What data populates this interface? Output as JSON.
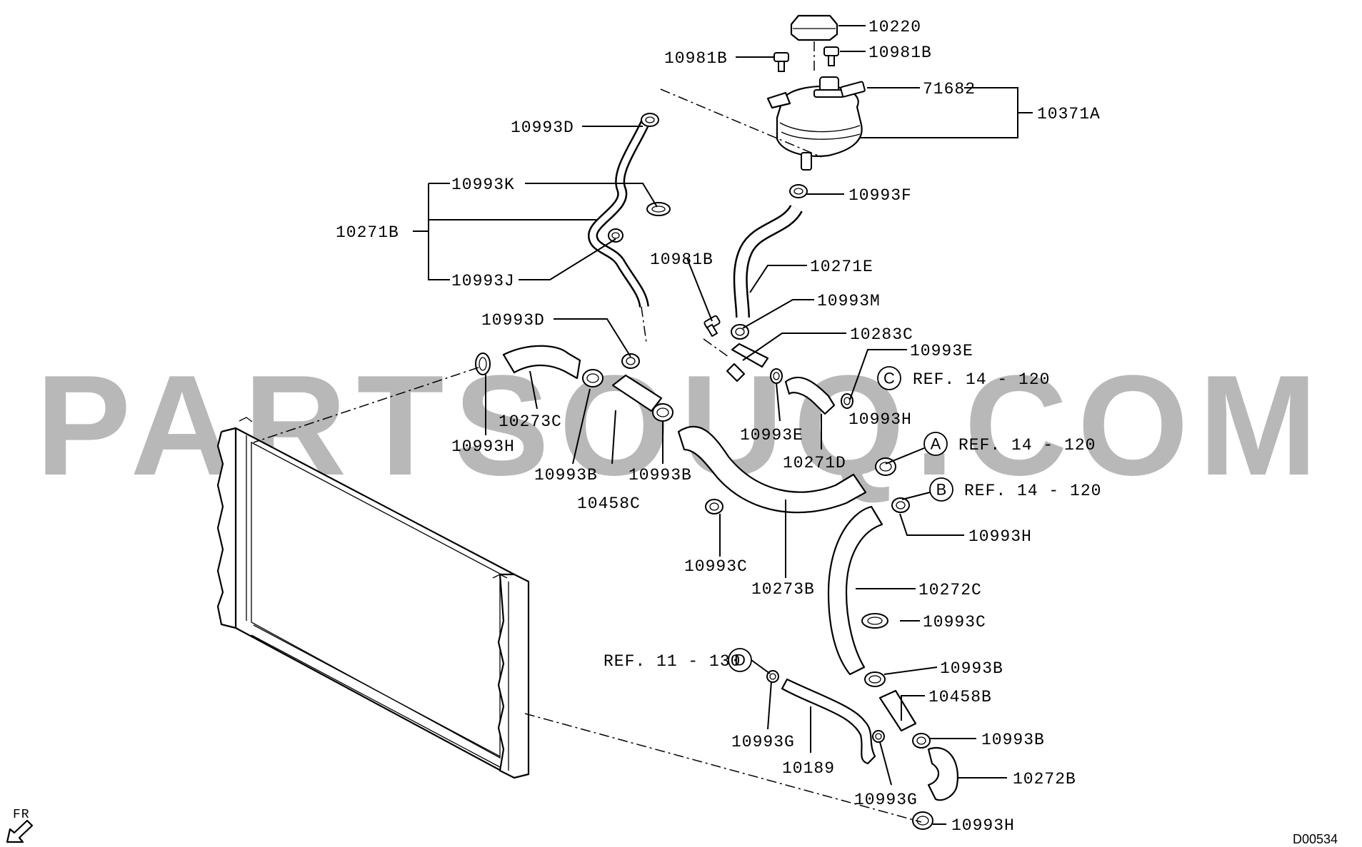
{
  "watermark": "PARTSOUQ.COM",
  "diagram_code": "D00534",
  "direction_label": "FR",
  "labels": {
    "l10220": "10220",
    "l10981B_a": "10981B",
    "l10981B_b": "10981B",
    "l71682": "71682",
    "l10371A": "10371A",
    "l10993D_a": "10993D",
    "l10993K": "10993K",
    "l10271B": "10271B",
    "l10993J": "10993J",
    "l10993F": "10993F",
    "l10981B_c": "10981B",
    "l10271E": "10271E",
    "l10993M": "10993M",
    "l10993D_b": "10993D",
    "l10283C": "10283C",
    "l10993E_a": "10993E",
    "l10993E_b": "10993E",
    "l10271D": "10271D",
    "l10273C": "10273C",
    "l10993H_a": "10993H",
    "l10993B_a": "10993B",
    "l10458C": "10458C",
    "l10993B_b": "10993B",
    "l10993H_b": "10993H",
    "l10993C_a": "10993C",
    "l10273B": "10273B",
    "l10993H_c": "10993H",
    "l10272C": "10272C",
    "l10993C_b": "10993C",
    "l10993B_c": "10993B",
    "l10458B": "10458B",
    "l10993B_d": "10993B",
    "l10272B": "10272B",
    "l10993G_a": "10993G",
    "l10189": "10189",
    "l10993G_b": "10993G",
    "l10993H_d": "10993H"
  },
  "refs": {
    "c": {
      "letter": "C",
      "text": "REF. 14 - 120"
    },
    "a": {
      "letter": "A",
      "text": "REF. 14 - 120"
    },
    "b": {
      "letter": "B",
      "text": "REF. 14 - 120"
    },
    "d": {
      "letter": "D",
      "text": "REF. 11 - 130"
    }
  }
}
